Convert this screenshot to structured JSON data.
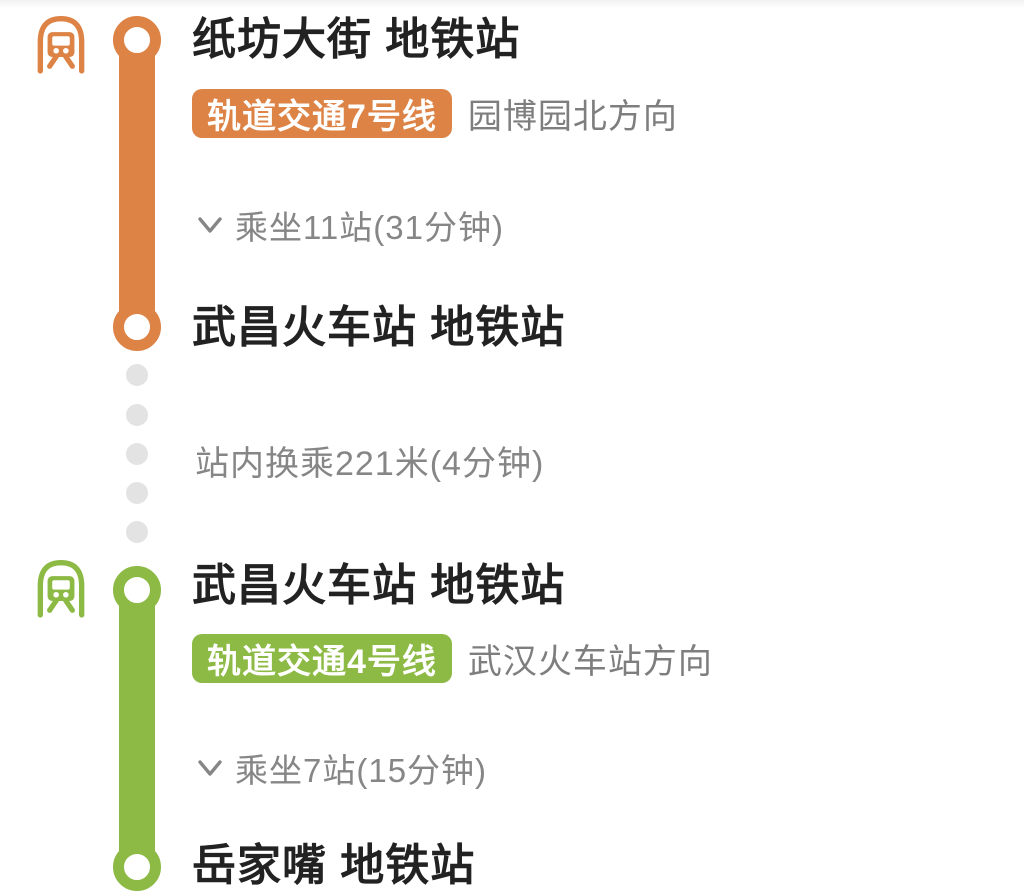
{
  "colors": {
    "line7_orange": "#DD8345",
    "line4_green": "#8CBA45",
    "station_text": "#222222",
    "secondary_text": "#868686",
    "dot_gray": "#E3E3E3"
  },
  "legs": [
    {
      "mode_icon": "metro-icon",
      "from_station": "纸坊大街 地铁站",
      "line_badge": "轨道交通7号线",
      "direction": "园博园北方向",
      "ride_summary": "乘坐11站(31分钟)",
      "to_station": "武昌火车站 地铁站",
      "line_color": "#DD8345"
    },
    {
      "mode_icon": "metro-icon",
      "from_station": "武昌火车站 地铁站",
      "line_badge": "轨道交通4号线",
      "direction": "武汉火车站方向",
      "ride_summary": "乘坐7站(15分钟)",
      "to_station": "岳家嘴 地铁站",
      "line_color": "#8CBA45"
    }
  ],
  "transfer": {
    "label": "站内换乘221米(4分钟)"
  }
}
